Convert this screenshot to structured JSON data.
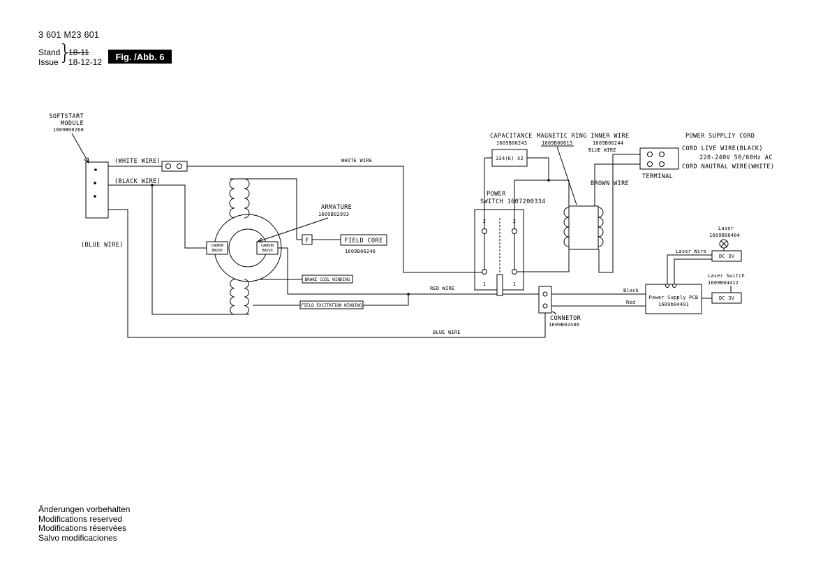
{
  "header": {
    "part_number": "3 601 M23 601",
    "stand_label": "Stand",
    "issue_label": "Issue",
    "brace": "}",
    "stand_value": "18-11",
    "issue_value": "18-12-12",
    "fig_label": "Fig. /Abb. 6"
  },
  "footer": {
    "lines": [
      "Änderungen vorbehalten",
      "Modifications reserved",
      "Modifications réservées",
      "Salvo modificaciones"
    ]
  },
  "diagram": {
    "softstart": {
      "name1": "SOFTSTART",
      "name2": "MODULE",
      "pn": "1609B00260"
    },
    "wire_labels": {
      "white_paren": "(WHITE WIRE)",
      "black_paren": "(BLACK WIRE)",
      "blue_paren": "(BLUE WIRE)",
      "white": "WHITE WIRE",
      "red": "RED WIRE",
      "blue_bottom": "BLUE WIRE",
      "blue_right": "BLUE WIRE",
      "brown": "BROWN WIRE",
      "black": "Black",
      "red_short": "Red",
      "laser": "Laser Wire"
    },
    "armature": {
      "name": "ARMATURE",
      "pn": "1609B02993"
    },
    "carbon_brush": {
      "line1": "CARBON",
      "line2": "BRUSH"
    },
    "f_box": "F",
    "field_core": {
      "name": "FIELD CORE",
      "pn": "1609B06246"
    },
    "brake_coil": "BRAKE COIL WINDING",
    "field_excitation": "FIELD EXCITATION WINDING",
    "power_switch": {
      "name1": "POWER",
      "name2": "SWITCH 1607200334",
      "top_left": "2",
      "top_right": "2",
      "bottom_left": "1",
      "bottom_right": "1"
    },
    "connector": {
      "name": "CONNETOR",
      "pn": "1609B02406"
    },
    "capacitance": {
      "name": "CAPACITANCE",
      "pn": "1609B06243",
      "value": "334(K) X2"
    },
    "magnetic_ring": {
      "name": "MAGNETIC RING INNER WIRE",
      "pn": "1609B00813",
      "wire_pn": "1609B06244"
    },
    "power_cord": {
      "title": "POWER SUPPLIY CORD",
      "live": "CORD LIVE WIRE(BLACK)",
      "rating": "220-240V 50/60Hz AC",
      "neutral": "CORD NAUTRAL WIRE(WHITE)"
    },
    "terminal": "TERMINAL",
    "laser": {
      "name": "Laser",
      "pn": "1609B00404",
      "dc1": "DC 3V",
      "dc2": "DC 3V"
    },
    "laser_switch": {
      "name": "Laser Switch",
      "pn": "1609B04412"
    },
    "pcb": {
      "name": "Power Supply PCB",
      "pn": "1609b04491"
    }
  }
}
